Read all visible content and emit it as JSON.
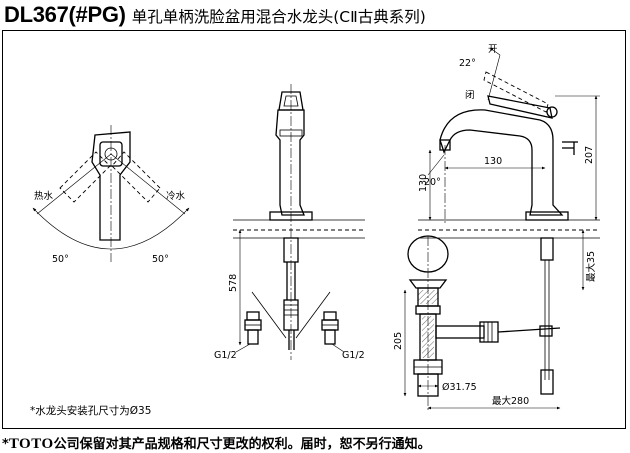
{
  "header": {
    "model": "DL367(#PG)",
    "description": "单孔单柄洗脸盆用混合水龙头(CⅡ古典系列)"
  },
  "drawing": {
    "top_view": {
      "hot_label": "热水",
      "cold_label": "冷水",
      "angle_left": "50°",
      "angle_right": "50°"
    },
    "front_view": {
      "dim_height": "578",
      "thread_left": "G1/2",
      "thread_right": "G1/2"
    },
    "side_view": {
      "open_label": "开",
      "close_label": "闭",
      "handle_angle": "22°",
      "spout_angle": "20°",
      "dim_spout_reach": "130",
      "dim_spout_height": "130",
      "dim_total_height": "207",
      "dim_max_thickness": "最大35",
      "dim_drain_height": "205",
      "dim_drain_diameter": "Ø31.75",
      "dim_max_width": "最大280"
    },
    "note": "*水龙头安装孔尺寸为Ø35"
  },
  "footer": {
    "star": "*",
    "brand": "TOTO",
    "text": "公司保留对其产品规格和尺寸更改的权利。届时，恕不另行通知。"
  }
}
